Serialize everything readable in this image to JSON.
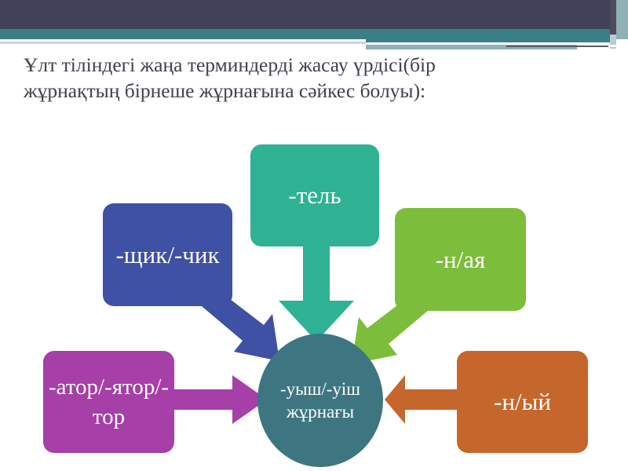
{
  "header": {
    "band_navy_color": "#434159",
    "band_teal_color": "#3B7F86",
    "band_accent_color": "#8FB0B4"
  },
  "title": {
    "line1": "Ұлт тіліндегі жаңа терминдерді жасау үрдісі(бір",
    "line2": "жұрнақтың бірнеше жұрнағына сәйкес болуы):",
    "color": "#41404D"
  },
  "diagram": {
    "center": {
      "label": "-уыш/-уіш жұрнағы",
      "color": "#3D7681",
      "shape": "ellipse"
    },
    "nodes": [
      {
        "id": "tel",
        "label": "-тель",
        "color": "#2FB294",
        "position": "top-center",
        "arrow": "down"
      },
      {
        "id": "shchik",
        "label": "-щик/-чик",
        "color": "#3E51A5",
        "position": "top-left",
        "arrow": "down-right"
      },
      {
        "id": "naya",
        "label": "-н/ая",
        "color": "#7CBD3B",
        "position": "top-right",
        "arrow": "down-left"
      },
      {
        "id": "ator",
        "label": "-атор/-ятор/-тор",
        "color": "#A63FA7",
        "position": "bottom-left",
        "arrow": "right"
      },
      {
        "id": "nyi",
        "label": "-н/ый",
        "color": "#C5662C",
        "position": "bottom-right",
        "arrow": "left"
      }
    ]
  }
}
